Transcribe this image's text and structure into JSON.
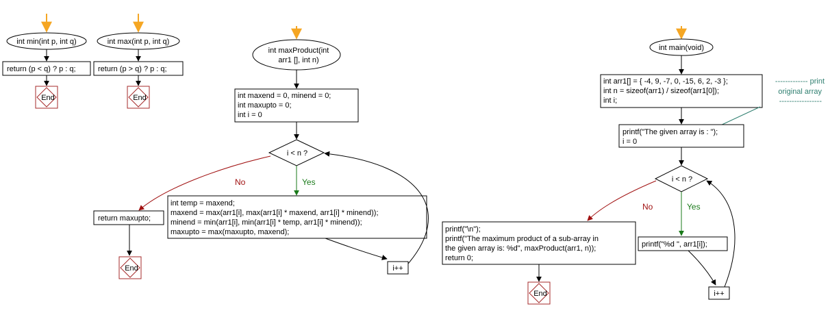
{
  "colors": {
    "start_arrow": "#f5a623",
    "end_border": "#a52a2a",
    "yes_label": "#1a7a1a",
    "no_label": "#a01010",
    "comment": "#2f7f70"
  },
  "min_fn": {
    "header": "int min(int p, int q)",
    "body": "return (p < q) ? p : q;",
    "end": "End"
  },
  "max_fn": {
    "header": "int max(int p, int q)",
    "body": "return (p > q) ? p : q;",
    "end": "End"
  },
  "max_product_fn": {
    "header": [
      "int maxProduct(int",
      "arr1 [], int n)"
    ],
    "init": [
      "int maxend = 0, minend = 0;",
      "int maxupto = 0;",
      "int i = 0"
    ],
    "condition": "i < n ?",
    "yes": "Yes",
    "no": "No",
    "loop_body": [
      "int temp = maxend;",
      "maxend = max(arr1[i], max(arr1[i] * maxend, arr1[i] * minend));",
      "minend = min(arr1[i], min(arr1[i] * temp, arr1[i] * minend));",
      "maxupto = max(maxupto, maxend);"
    ],
    "increment": "i++",
    "return_stmt": "return maxupto;",
    "end": "End"
  },
  "main_fn": {
    "header": "int main(void)",
    "init": [
      "int arr1[] = { -4, 9, -7, 0, -15, 6, 2, -3 };",
      "int n = sizeof(arr1) / sizeof(arr1[0]);",
      "int i;"
    ],
    "comment": [
      "------------- print",
      "original array",
      "-----------------"
    ],
    "print_given": [
      "printf(\"The given array is :  \");",
      "i = 0"
    ],
    "condition": "i < n ?",
    "yes": "Yes",
    "no": "No",
    "print_elem": "printf(\"%d  \", arr1[i]);",
    "increment": "i++",
    "final_block": [
      "printf(\"\\n\");",
      "printf(\"The maximum product of a sub-array in",
      "the given array is:  %d\", maxProduct(arr1, n));",
      "return 0;"
    ],
    "end": "End"
  }
}
